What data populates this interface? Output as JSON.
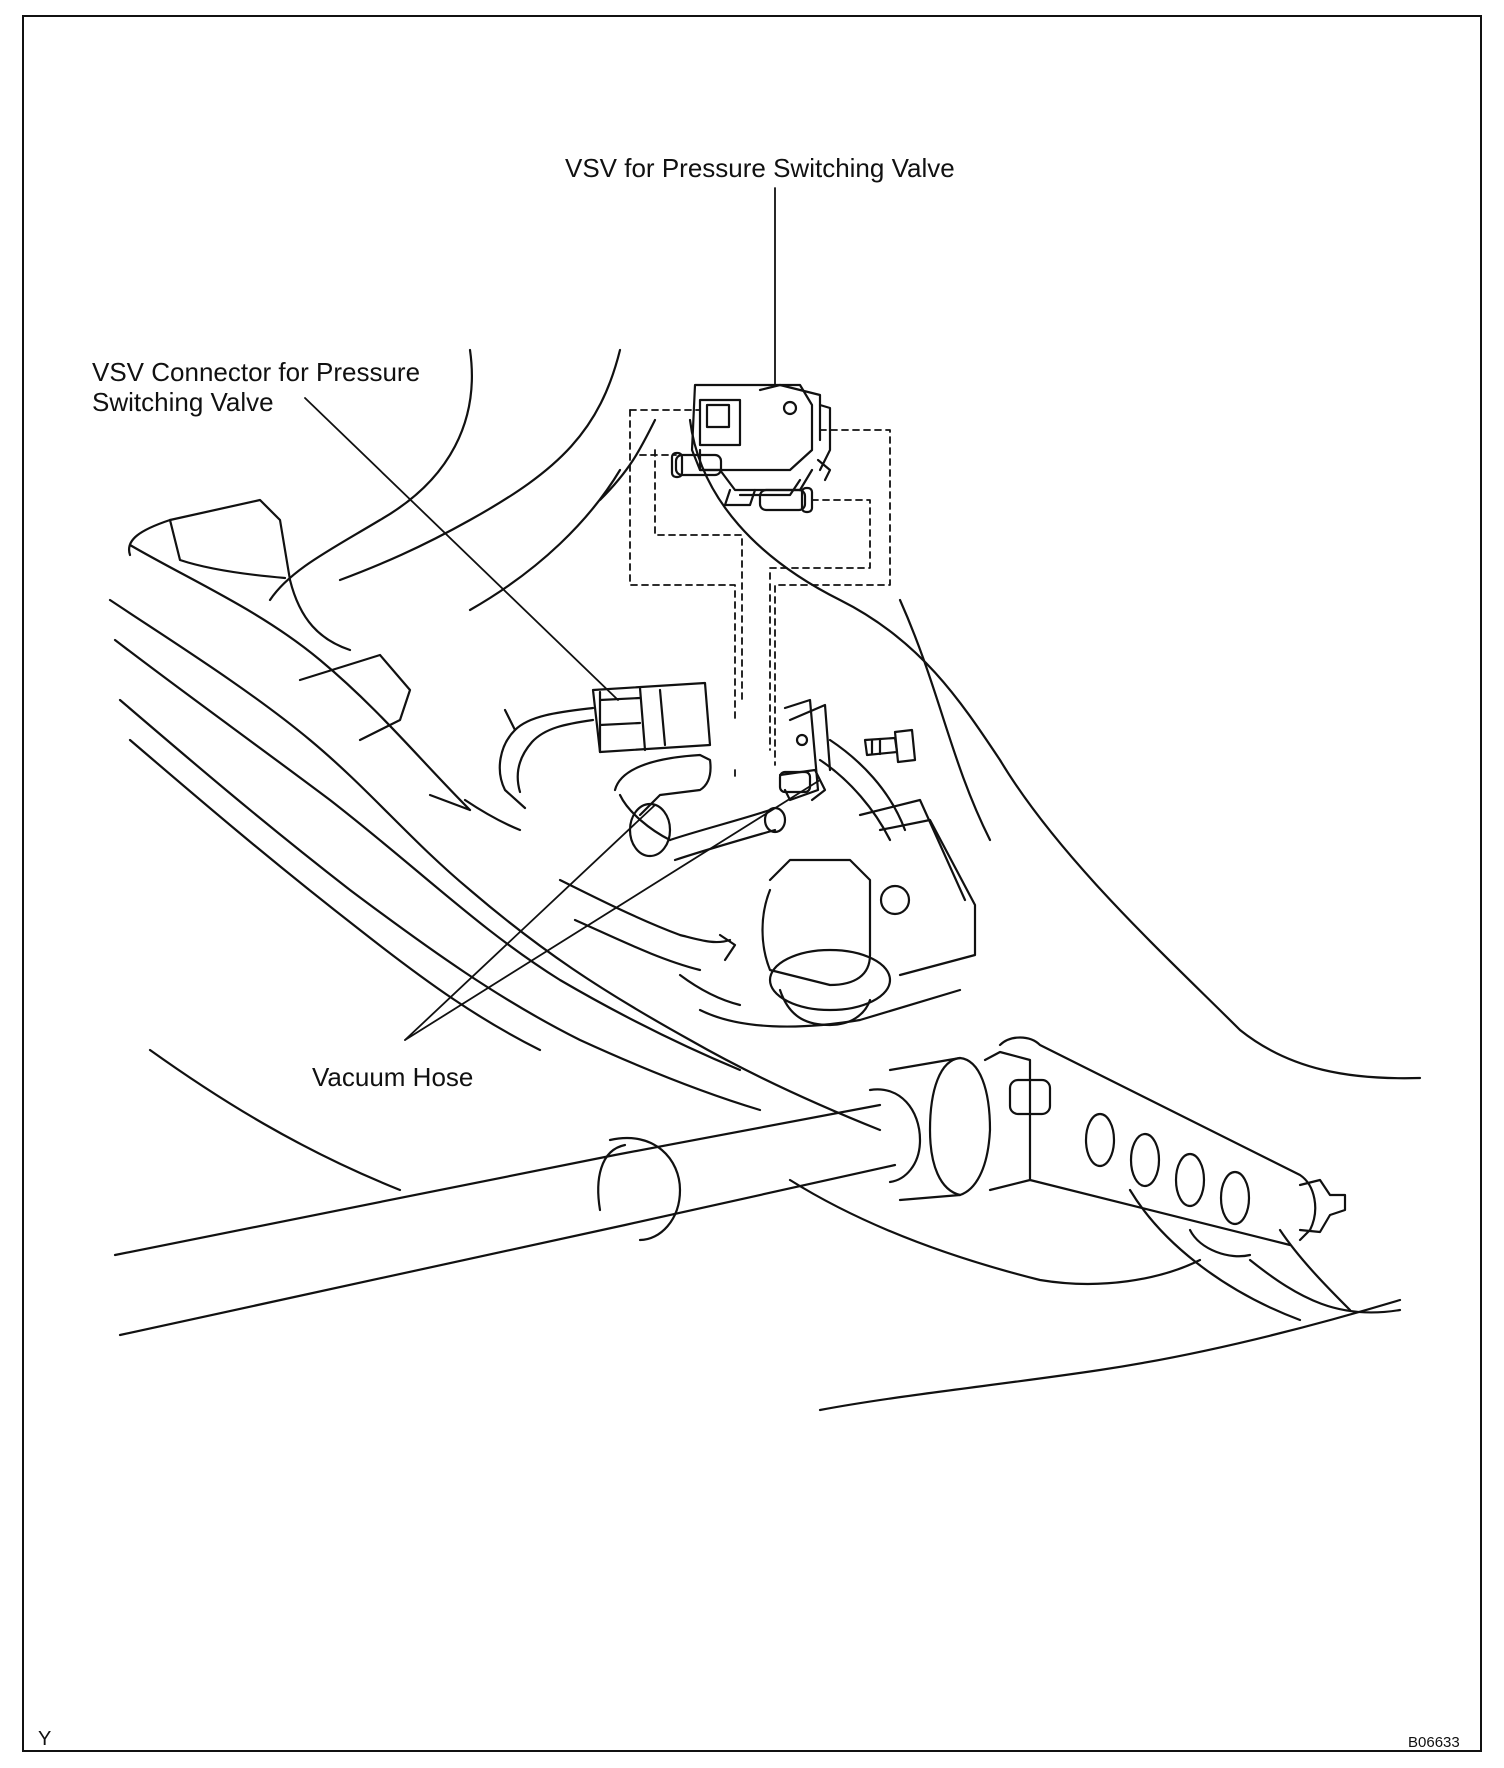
{
  "labels": {
    "vsv_valve": "VSV for Pressure Switching Valve",
    "vsv_connector_line1": "VSV Connector for Pressure",
    "vsv_connector_line2": "Switching Valve",
    "vacuum_hose": "Vacuum Hose"
  },
  "footer": {
    "left_mark": "Y",
    "figure_code": "B06633"
  }
}
